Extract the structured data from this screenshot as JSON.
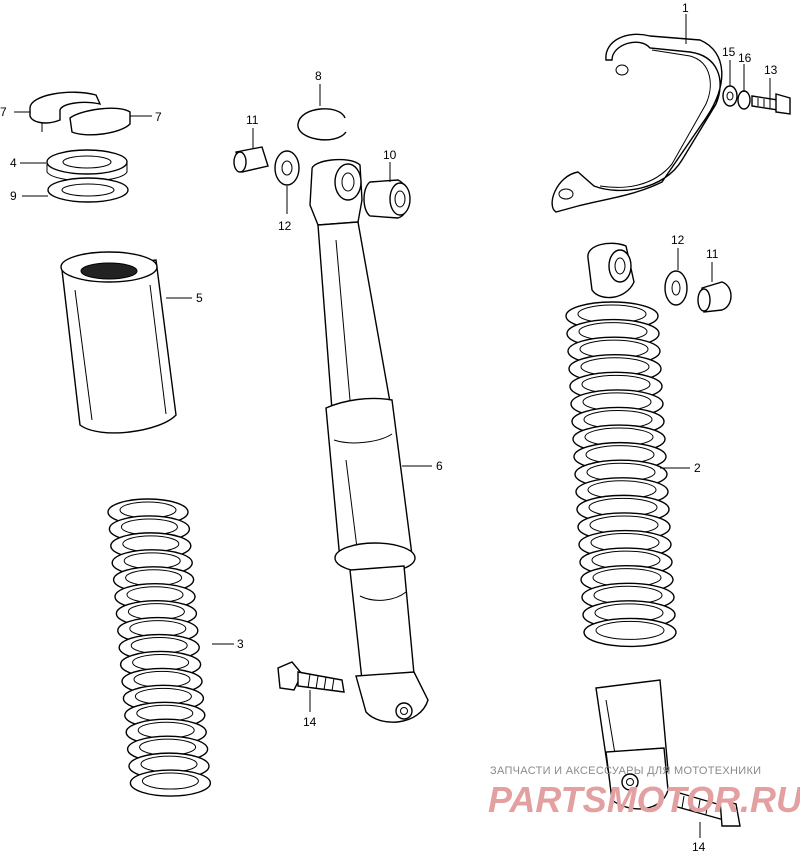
{
  "diagram": {
    "callouts": {
      "c1": "1",
      "c2": "2",
      "c3": "3",
      "c4": "4",
      "c5": "5",
      "c6": "6",
      "c7a": "7",
      "c7b": "7",
      "c8": "8",
      "c9": "9",
      "c10": "10",
      "c11a": "11",
      "c11b": "11",
      "c12a": "12",
      "c12b": "12",
      "c13": "13",
      "c14a": "14",
      "c14b": "14",
      "c15": "15",
      "c16": "16"
    },
    "watermark": {
      "line1": "ЗАПЧАСТИ И АКСЕССУАРЫ ДЛЯ МОТОТЕХНИКИ",
      "line2": "PARTSMOTOR.RU"
    }
  }
}
